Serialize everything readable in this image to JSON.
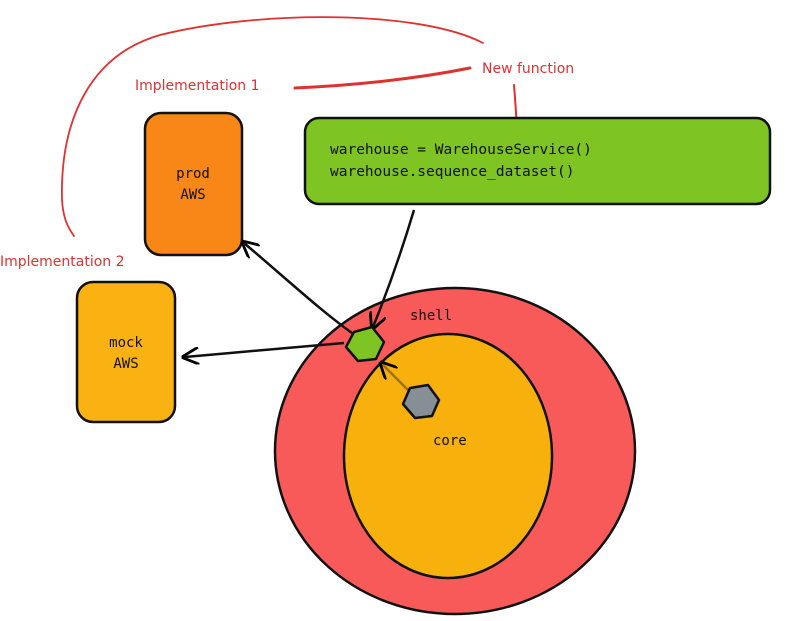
{
  "annotations": {
    "new_function": "New function",
    "implementation_1": "Implementation 1",
    "implementation_2": "Implementation 2"
  },
  "boxes": {
    "prod": {
      "line1": "prod",
      "line2": "AWS"
    },
    "mock": {
      "line1": "mock",
      "line2": "AWS"
    }
  },
  "code": {
    "line1": "warehouse = WarehouseService()",
    "line2": "warehouse.sequence_dataset()"
  },
  "rings": {
    "shell_label": "shell",
    "core_label": "core"
  },
  "colors": {
    "shell": "#f85a5a",
    "core": "#f7b00c",
    "prod_box": "#f88718",
    "mock_box": "#f9b212",
    "code_box": "#7ec423",
    "adapter_node": "#7ec423",
    "core_node": "#868e96",
    "annotation": "#e03131",
    "core_arrow": "#a0710e"
  }
}
